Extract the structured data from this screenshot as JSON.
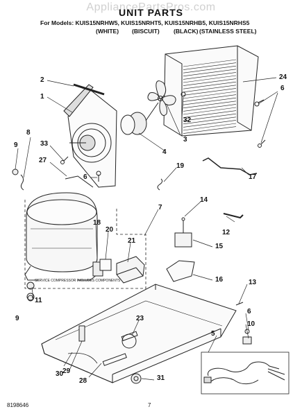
{
  "header": {
    "watermark": "AppliancePartsPros.com",
    "title": "UNIT PARTS",
    "models_line": "For Models: KUIS15NRHW5, KUIS15NRHT5, KUIS15NRHB5, KUIS15NRHS5",
    "colors": [
      "(WHITE)",
      "(BISCUIT)",
      "(BLACK)",
      "(STAINLESS STEEL)"
    ]
  },
  "callouts": [
    "1",
    "2",
    "3",
    "4",
    "5",
    "6",
    "6",
    "6",
    "7",
    "8",
    "9",
    "9",
    "10",
    "11",
    "12",
    "13",
    "14",
    "15",
    "16",
    "17",
    "18",
    "19",
    "20",
    "21",
    "23",
    "24",
    "27",
    "28",
    "29",
    "30",
    "31",
    "32",
    "33"
  ],
  "diagram_note": "SERVICE COMPRESSOR INCLUDES COMPONENTS",
  "footer": {
    "doc_number": "8198646",
    "page_number": "7"
  }
}
